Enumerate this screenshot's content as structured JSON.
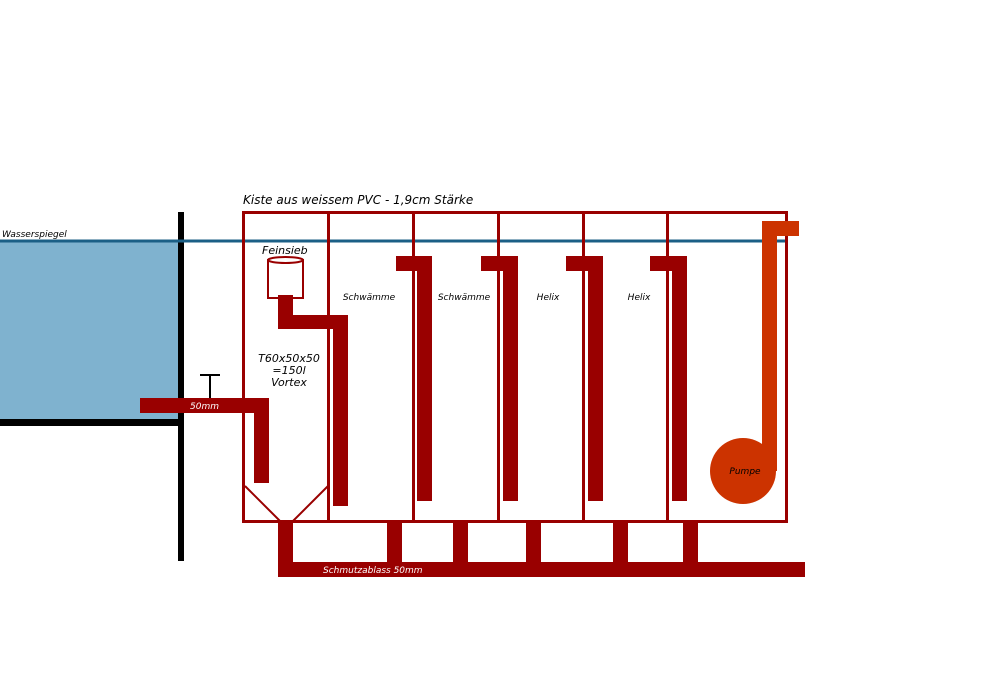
{
  "title": "Kiste aus weissem PVC - 1,9cm Stärke",
  "labels": {
    "water_level": "Wasserspiegel",
    "inlet_pipe": "50mm",
    "drain": "Schmutzablass 50mm",
    "fine_sieve": "Feinsieb",
    "vortex_line1": "T60x50x50",
    "vortex_line2": "=150l",
    "vortex_line3": "Vortex",
    "chamber2": "Schwämme",
    "chamber3": "Schwämme",
    "chamber4": "Helix",
    "chamber5": "Helix",
    "pump": "Pumpe"
  },
  "colors": {
    "pipe": "#990000",
    "pump": "#cc3300",
    "water": "#7fb2cf",
    "water_line": "#1b5f86",
    "wall": "#000000",
    "inlet_label": "#ffffff"
  }
}
